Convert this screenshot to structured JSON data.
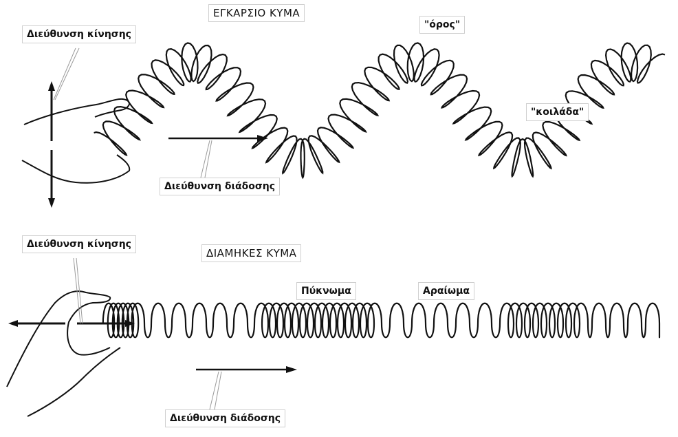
{
  "transverse": {
    "title": "ΕΓΚΑΡΣΙΟ ΚΥΜΑ",
    "motion_label": "Διεύθυνση κίνησης",
    "propagation_label": "Διεύθυνση διάδοσης",
    "crest_label": "\"όρος\"",
    "trough_label": "\"κοιλάδα\""
  },
  "longitudinal": {
    "title": "ΔΙΑΜΗΚΕΣ ΚΥΜΑ",
    "motion_label": "Διεύθυνση κίνησης",
    "propagation_label": "Διεύθυνση διάδοσης",
    "compression_label": "Πύκνωμα",
    "rarefaction_label": "Αραίωμα"
  },
  "colors": {
    "ink": "#111111",
    "label_border": "#cfcfcf",
    "leader": "#9a9a9a"
  }
}
